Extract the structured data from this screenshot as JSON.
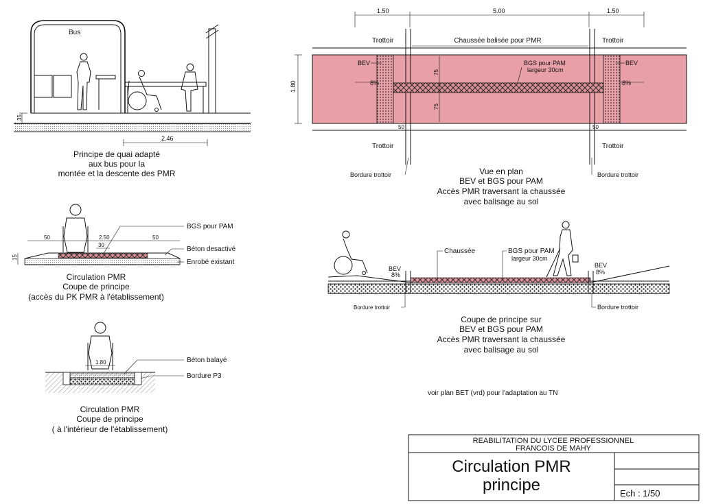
{
  "bus_stop": {
    "bus_label": "Bus",
    "dim_height": "35",
    "dim_width": "2.46",
    "caption": [
      "Principe de quai adapté",
      "aux bus pour la",
      "montée et la descente des PMR"
    ]
  },
  "plan_view": {
    "dims_top": [
      "1.50",
      "5.00",
      "1.50"
    ],
    "dim_side": "1.80",
    "trottoir": "Trottoir",
    "chaussee": "Chaussée balisée pour PMR",
    "bev": "BEV",
    "bgs_line1": "BGS pour PAM",
    "bgs_line2": "largeur 30cm",
    "slope": "8%",
    "dim_75": "75",
    "dim_50": "50",
    "bordure": "Bordure trottoir",
    "caption": [
      "Vue en plan",
      "BEV et BGS pour PAM",
      "Accès PMR traversant la chaussée",
      "avec balisage au sol"
    ]
  },
  "section_pk": {
    "bgs": "BGS pour PAM",
    "beton": "Béton desactivé",
    "enrobe": "Enrobé existant",
    "dim_50": "50",
    "dim_250": "2.50",
    "dim_30": "30",
    "dim_15": "15",
    "caption": [
      "Circulation PMR",
      "Coupe de principe",
      "(accès du PK PMR à l'établissement)"
    ]
  },
  "section_street": {
    "chaussee": "Chaussée",
    "bgs_line1": "BGS pour PAM",
    "bgs_line2": "largeur 30cm",
    "bev": "BEV",
    "slope": "8%",
    "bordure": "Bordure trottoir",
    "caption": [
      "Coupe de principe sur",
      "BEV et BGS pour PAM",
      "Accès PMR traversant la chaussée",
      "avec balisage au sol"
    ]
  },
  "section_inside": {
    "beton": "Béton balayé",
    "bordure": "Bordure P3",
    "dim": "1.80",
    "caption": [
      "Circulation PMR",
      "Coupe de principe",
      "( à l'intérieur de l'établissement)"
    ]
  },
  "note": "voir plan BET (vrd) pour l'adaptation au TN",
  "title_block": {
    "project_line1": "REABILITATION DU LYCEE PROFESSIONNEL",
    "project_line2": "FRANCOIS DE MAHY",
    "title_line1": "Circulation PMR",
    "title_line2": "principe",
    "scale": "Ech : 1/50"
  },
  "colors": {
    "roadway_fill": "#e8a0a6",
    "line": "#111111"
  }
}
